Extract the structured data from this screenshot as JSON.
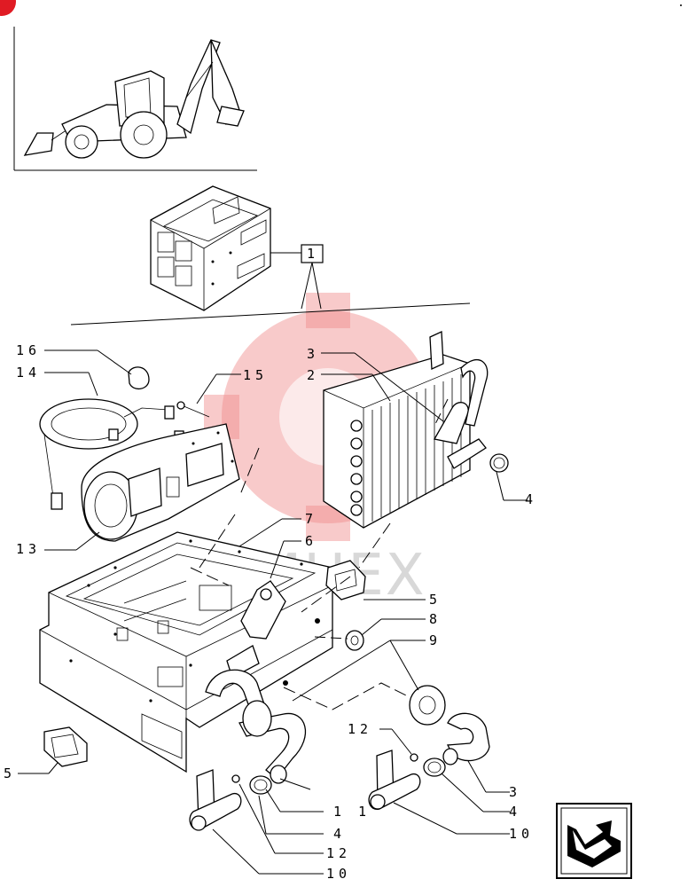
{
  "callouts": {
    "c1": "1",
    "c2": "2",
    "c3a": "3",
    "c3b": "3",
    "c4a": "4",
    "c4b": "4",
    "c4c": "4",
    "c5a": "5",
    "c5b": "5",
    "c6": "6",
    "c7": "7",
    "c8": "8",
    "c9": "9",
    "c10a": "10",
    "c10b": "10",
    "c12a": "12",
    "c12b": "12",
    "c13": "13",
    "c14": "14",
    "c15": "15",
    "c16": "16"
  },
  "watermark": "MHEX",
  "icons": {
    "nav": "next-page-arrow-icon",
    "corner": "corner-badge-icon"
  }
}
